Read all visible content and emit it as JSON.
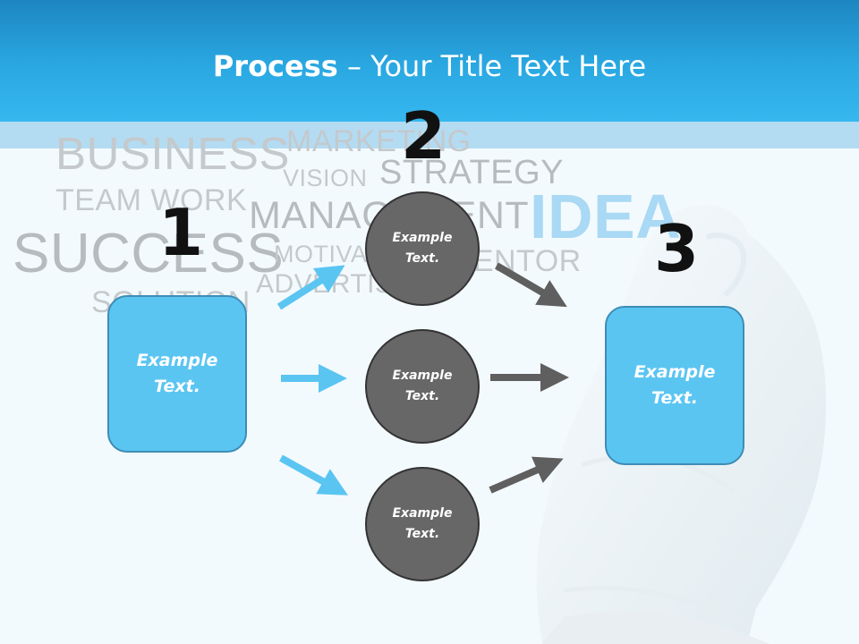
{
  "title": {
    "bold": "Process",
    "rest": " – Your Title Text Here"
  },
  "word_cloud": {
    "business": "BUSINESS",
    "marketing": "MARKETING",
    "vision": "VISION",
    "strategy": "STRATEGY",
    "teamwork": "TEAM WORK",
    "management": "MANAGEMENT",
    "idea": "IDEA",
    "success": "SUCCESS",
    "motivation": "MOTIVATION",
    "mentor": "MENTOR",
    "advertising": "ADVERTISING",
    "solution": "SOLUTION"
  },
  "steps": {
    "one": "1",
    "two": "2",
    "three": "3"
  },
  "boxes": {
    "left": "Example Text.",
    "right": "Example Text."
  },
  "circles": [
    {
      "label": "Example Text."
    },
    {
      "label": "Example Text."
    },
    {
      "label": "Example Text."
    }
  ],
  "colors": {
    "header": "#2aa8e2",
    "box_fill": "#5bc5f2",
    "circle_fill": "#676767",
    "arrow_blue": "#5bc5f2",
    "arrow_gray": "#5f5f5f"
  }
}
